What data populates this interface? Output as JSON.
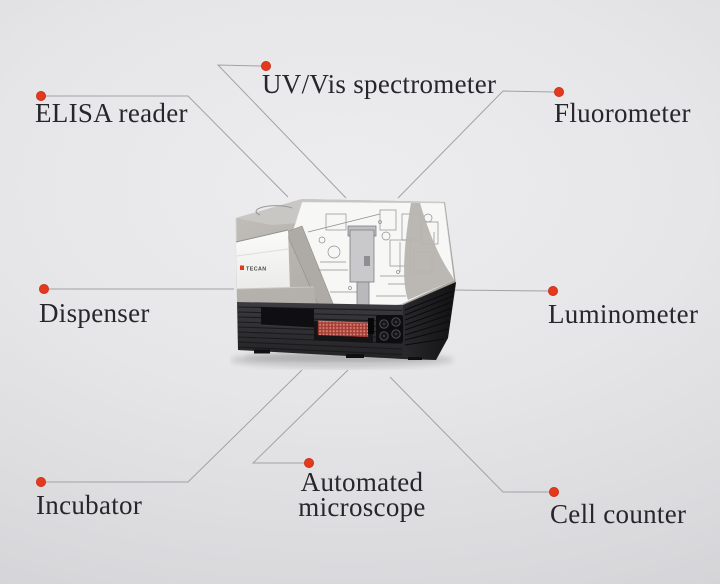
{
  "diagram": {
    "accent_color": "#e5391d",
    "connector_color": "#a2a2a6",
    "text_color": "#26262c",
    "device": {
      "brand": "TECAN"
    },
    "labels": [
      {
        "id": "uvvis-spectrometer",
        "text": "UV/Vis spectrometer"
      },
      {
        "id": "elisa-reader",
        "text": "ELISA reader"
      },
      {
        "id": "fluorometer",
        "text": "Fluorometer"
      },
      {
        "id": "dispenser",
        "text": "Dispenser"
      },
      {
        "id": "luminometer",
        "text": "Luminometer"
      },
      {
        "id": "incubator",
        "text": "Incubator"
      },
      {
        "id": "automated-microscope",
        "line1": "Automated",
        "line2": "microscope"
      },
      {
        "id": "cell-counter",
        "text": "Cell counter"
      }
    ]
  }
}
